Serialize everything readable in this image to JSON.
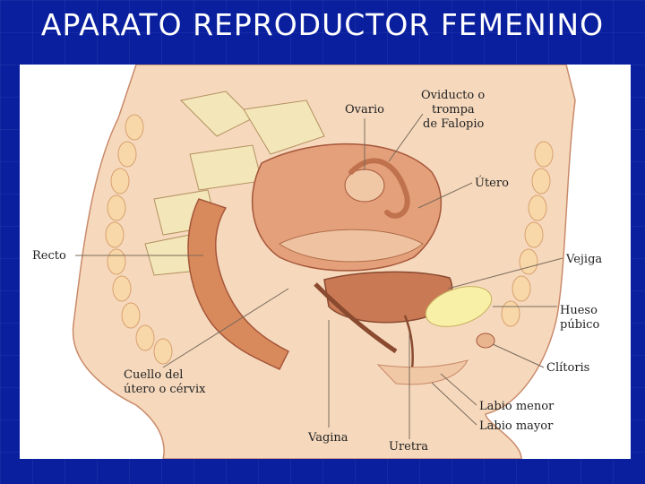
{
  "title": "APARATO REPRODUCTOR FEMENINO",
  "labels": {
    "ovario": "Ovario",
    "oviducto_1": "Oviducto o",
    "oviducto_2": "trompa",
    "oviducto_3": "de Falopio",
    "utero": "Útero",
    "recto": "Recto",
    "vejiga": "Vejiga",
    "hueso_1": "Hueso",
    "hueso_2": "púbico",
    "clitoris": "Clítoris",
    "cuello_1": "Cuello del",
    "cuello_2": "útero o cérvix",
    "labio_menor": "Labio menor",
    "labio_mayor": "Labio mayor",
    "vagina": "Vagina",
    "uretra": "Uretra"
  },
  "colors": {
    "slide_bg": "#0a1f9e",
    "skin": "#f6d9bd",
    "tissue": "#d98a5c",
    "bone": "#f3e6b8",
    "pubic_bone": "#f7f0a6",
    "uterus": "#c97a55"
  }
}
